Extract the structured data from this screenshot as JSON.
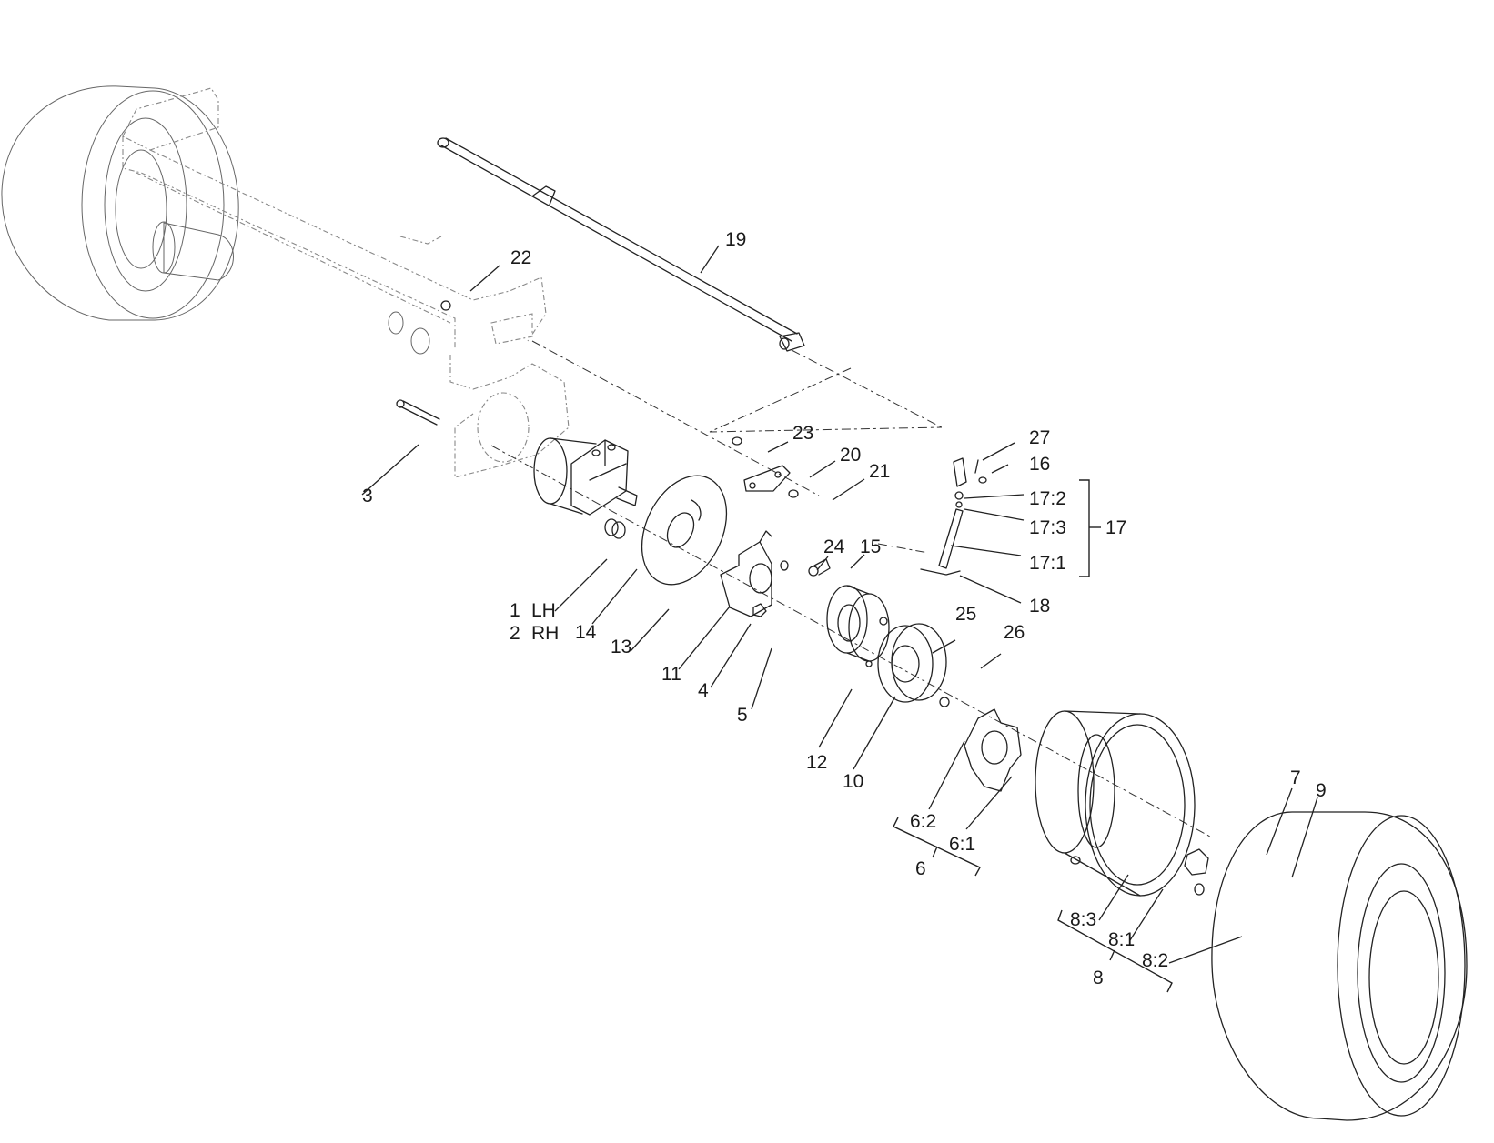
{
  "callouts": {
    "c19": "19",
    "c22": "22",
    "c23": "23",
    "c20": "20",
    "c21": "21",
    "c27": "27",
    "c16": "16",
    "c17_2": "17:2",
    "c17_3": "17:3",
    "c17": "17",
    "c17_1": "17:1",
    "c18": "18",
    "c24": "24",
    "c15": "15",
    "c25": "25",
    "c26": "26",
    "c3": "3",
    "c1": "1",
    "c1_side": "LH",
    "c2": "2",
    "c2_side": "RH",
    "c14": "14",
    "c13": "13",
    "c11": "11",
    "c4": "4",
    "c5": "5",
    "c12": "12",
    "c10": "10",
    "c6_2": "6:2",
    "c6_1": "6:1",
    "c6": "6",
    "c7": "7",
    "c9": "9",
    "c8_3": "8:3",
    "c8_1": "8:1",
    "c8_2": "8:2",
    "c8": "8"
  }
}
